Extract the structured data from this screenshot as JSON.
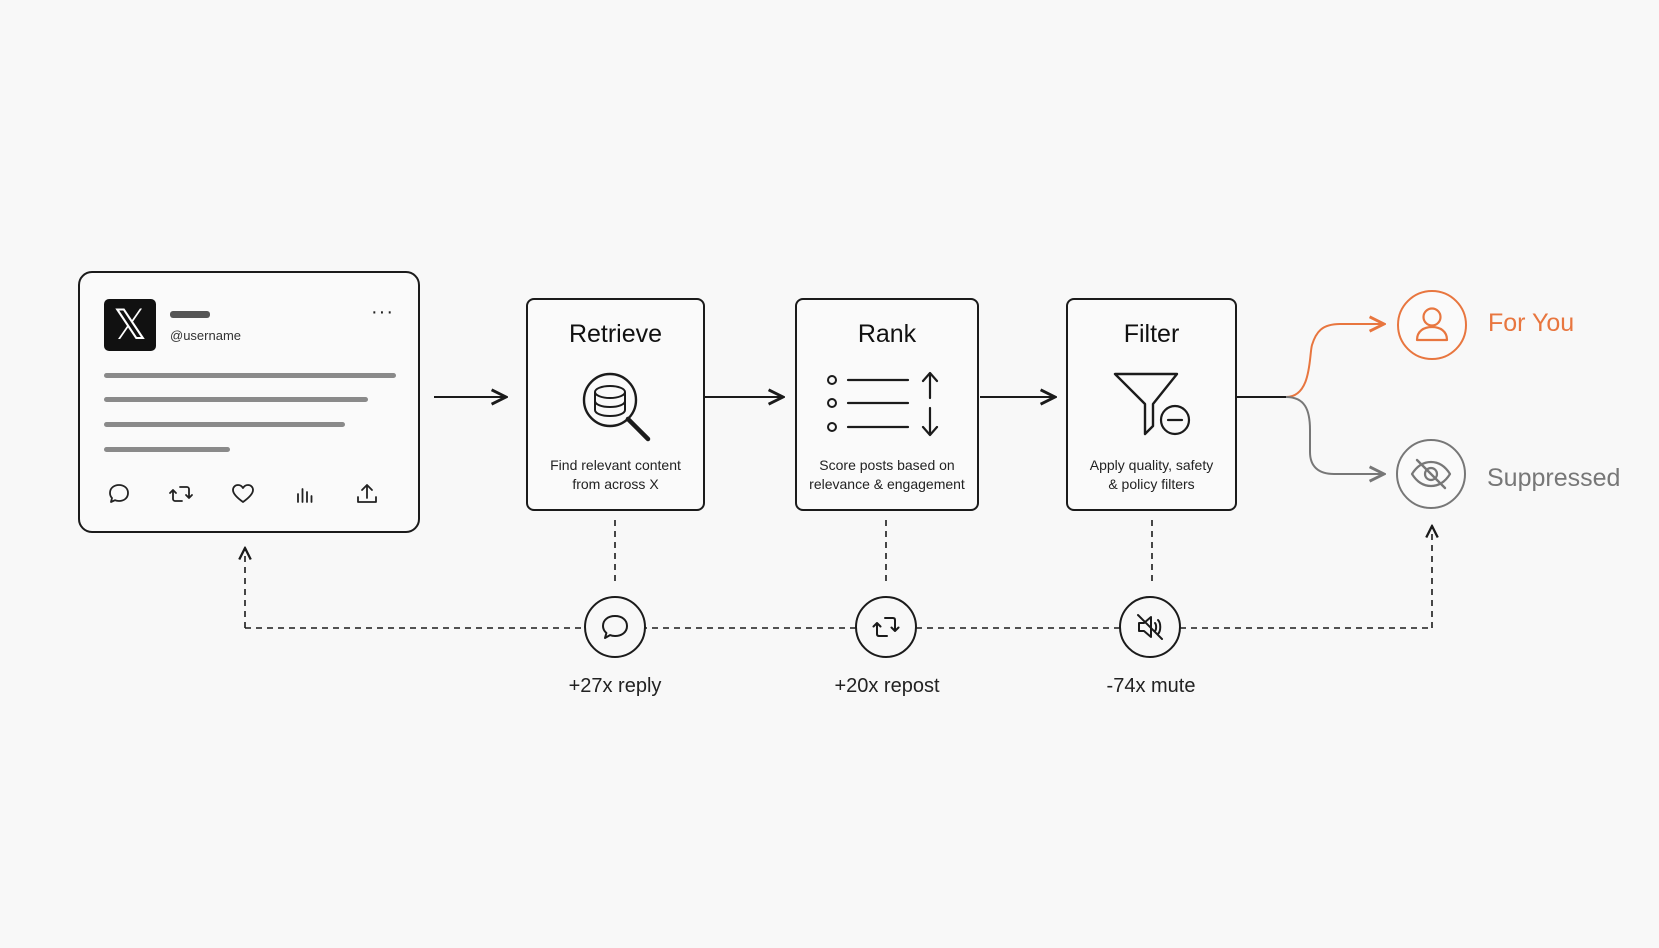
{
  "post": {
    "username": "@username",
    "logo_glyph": "𝕏",
    "menu_glyph": "···",
    "actions": [
      "reply-icon",
      "repost-icon",
      "like-icon",
      "views-icon",
      "share-icon"
    ]
  },
  "stages": [
    {
      "title": "Retrieve",
      "description_line1": "Find relevant content",
      "description_line2": "from across X",
      "icon": "database-search-icon"
    },
    {
      "title": "Rank",
      "description_line1": "Score posts based on",
      "description_line2": "relevance & engagement",
      "icon": "ranked-list-icon"
    },
    {
      "title": "Filter",
      "description_line1": "Apply quality, safety",
      "description_line2": "& policy filters",
      "icon": "funnel-minus-icon"
    }
  ],
  "outcomes": [
    {
      "label": "For You",
      "icon": "user-icon",
      "color": "#e8763f"
    },
    {
      "label": "Suppressed",
      "icon": "eye-off-icon",
      "color": "#777777"
    }
  ],
  "signals": [
    {
      "label": "+27x reply",
      "icon": "reply-icon"
    },
    {
      "label": "+20x repost",
      "icon": "repost-icon"
    },
    {
      "label": "-74x mute",
      "icon": "mute-icon"
    }
  ]
}
